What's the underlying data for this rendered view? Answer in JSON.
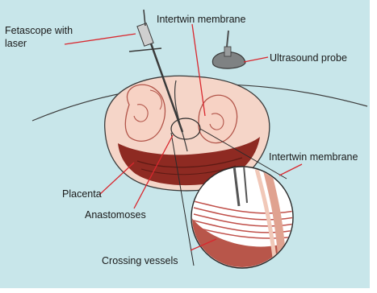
{
  "labels": {
    "fetoscope_line1": "Fetascope with",
    "fetoscope_line2": "laser",
    "intertwin_top": "Intertwin membrane",
    "ultrasound": "Ultrasound probe",
    "intertwin_right": "Intertwin membrane",
    "placenta": "Placenta",
    "anastomoses": "Anastomoses",
    "crossing": "Crossing vessels"
  },
  "colors": {
    "background": "#c8e6ea",
    "leader_line": "#d9272e",
    "placenta": "#8e2a22",
    "tissue": "#e7a48f",
    "skin": "#f7d9cc",
    "probe": "#7f8283"
  }
}
